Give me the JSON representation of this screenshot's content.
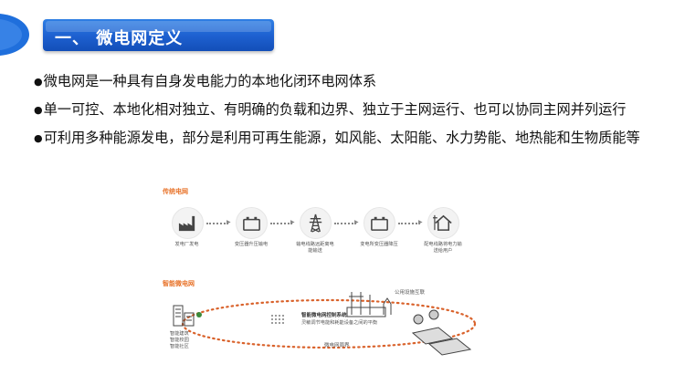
{
  "title": "一、  微电网定义",
  "bullets": [
    "微电网是一种具有自身发电能力的本地化闭环电网体系",
    "单一可控、本地化相对独立、有明确的负载和边界、独立于主网运行、也可以协同主网并列运行",
    "可利用多种能源发电，部分是利用可再生能源，如风能、太阳能、水力势能、地热能和生物质能等"
  ],
  "diagram": {
    "traditional": {
      "label": "传统电网",
      "steps": [
        "发电厂发电",
        "变压器升压输电",
        "输电线路远距离电能输送",
        "变电所变压器降压",
        "配电线路将电力输送给用户"
      ]
    },
    "smart": {
      "label": "智能微电网",
      "public_grid": "公用设施互联",
      "control_title": "智能微电网控制系统",
      "control_desc": "灵敏调节电能和耗能设备之间的平衡",
      "boundary": "微电网周界",
      "loads": [
        "智能建筑",
        "智能校园",
        "智能社区"
      ]
    }
  },
  "colors": {
    "accent": "#1d5fcf",
    "orange": "#e8732a",
    "corner": "#1f6fdc"
  }
}
